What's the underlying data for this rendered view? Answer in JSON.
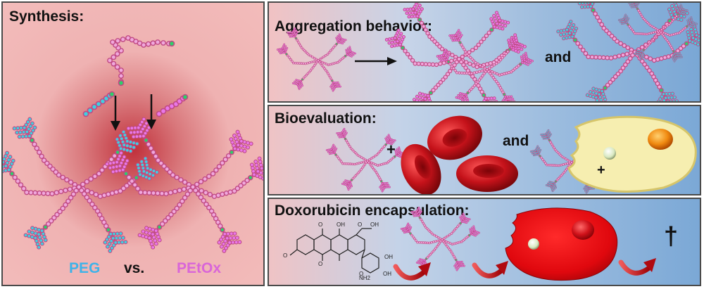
{
  "synthesis": {
    "heading": "Synthesis:",
    "left_label": "PEG",
    "vs_label": "vs.",
    "right_label": "PEtOx"
  },
  "aggregation": {
    "heading": "Aggregation behavior:",
    "and_label": "and"
  },
  "bioevaluation": {
    "heading": "Bioevaluation:",
    "plus_label": "+",
    "and_label": "and",
    "cell_plus_label": "+"
  },
  "doxorubicin": {
    "heading": "Doxorubicin encapsulation:",
    "molecule_labels": [
      "O",
      "OH",
      "O",
      "OH",
      "O",
      "O",
      "OH",
      "O",
      "OH",
      "NH2"
    ],
    "death_symbol": "†"
  },
  "colors": {
    "backbone": "#c04a84",
    "bead_core": "#f0a8dc",
    "bead_green": "#2dcf6a",
    "peg": "#3fd0e0",
    "petox": "#e978e8",
    "rbc": "#c5121a",
    "cell": "#f6eeb0",
    "nucleus": "#f08a10",
    "arrow_red": "#c4141c"
  }
}
